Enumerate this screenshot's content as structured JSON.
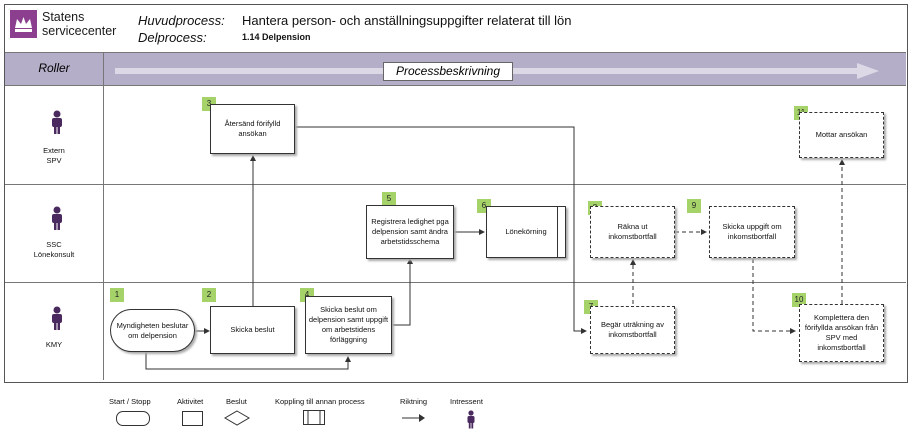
{
  "header": {
    "logo_line1": "Statens",
    "logo_line2": "servicecenter",
    "process_label": "Huvudprocess:",
    "process_value": "Hantera person- och anställningsuppgifter relaterat till lön",
    "subprocess_label": "Delprocess:",
    "subprocess_value": "1.14 Delpension"
  },
  "band": {
    "roles_label": "Roller",
    "description_label": "Processbeskrivning"
  },
  "lanes": [
    {
      "role_line1": "Extern",
      "role_line2": "SPV"
    },
    {
      "role_line1": "SSC",
      "role_line2": "Lönekonsult"
    },
    {
      "role_line1": "KMY",
      "role_line2": ""
    }
  ],
  "steps": [
    {
      "num": "1",
      "text": "Myndigheten beslutar om delpension"
    },
    {
      "num": "2",
      "text": "Skicka beslut"
    },
    {
      "num": "3",
      "text": "Återsänd förifylld ansökan"
    },
    {
      "num": "4",
      "text": "Skicka beslut om delpension samt uppgift om arbetstidens förläggning"
    },
    {
      "num": "5",
      "text": "Registrera ledighet pga delpension samt ändra arbetstidsschema"
    },
    {
      "num": "6",
      "text": "Lönekörning"
    },
    {
      "num": "7",
      "text": "Begär uträkning av inkomstbortfall"
    },
    {
      "num": "8",
      "text": "Räkna ut inkomstbortfall"
    },
    {
      "num": "9",
      "text": "Skicka uppgift om inkomstbortfall"
    },
    {
      "num": "10",
      "text": "Komplettera den förifyllda ansökan från SPV med inkomstbortfall"
    },
    {
      "num": "11",
      "text": "Mottar ansökan"
    }
  ],
  "legend": {
    "start_stop": "Start / Stopp",
    "activity": "Aktivitet",
    "decision": "Beslut",
    "link": "Koppling till annan process",
    "direction": "Riktning",
    "stakeholder": "Intressent"
  },
  "colors": {
    "brand": "#8b3f8e",
    "band": "#b4aec8",
    "step_number": "#a6d26a"
  }
}
